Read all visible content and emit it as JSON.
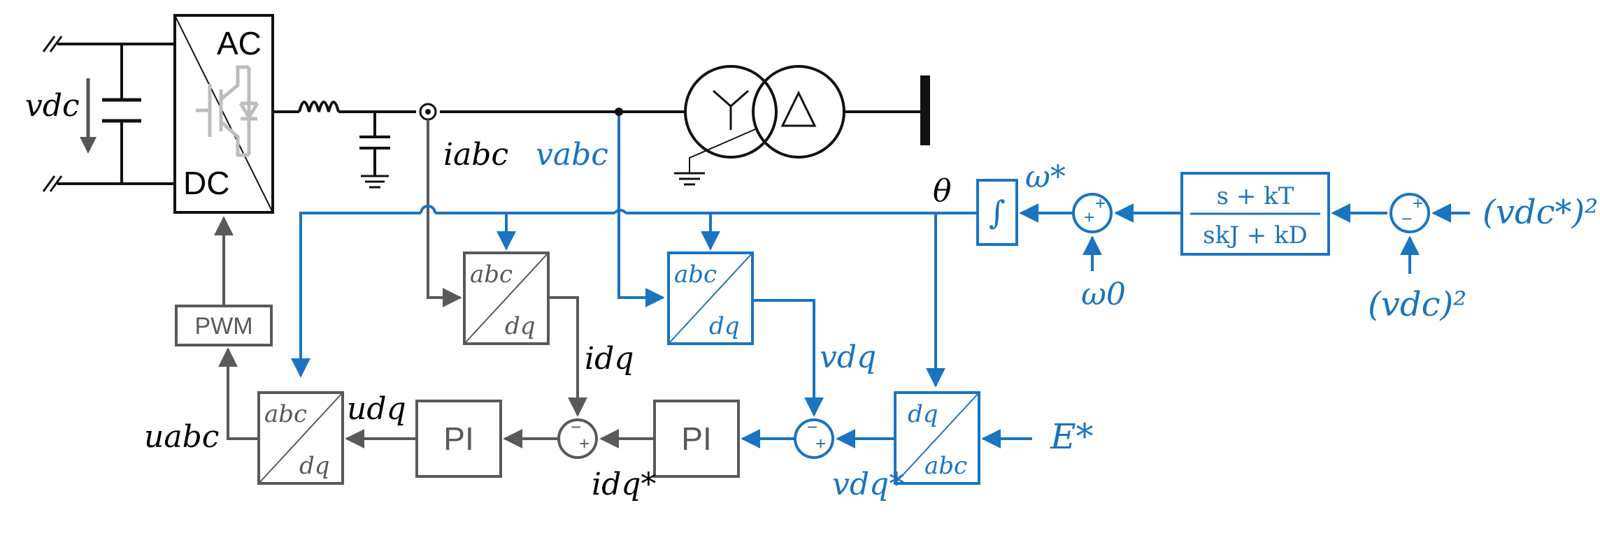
{
  "colors": {
    "power": "#111111",
    "inner_loop": "#595959",
    "control": "#1a74c0",
    "igbt_symbol": "#bdbdbd"
  },
  "converter": {
    "top": "AC",
    "bottom": "DC"
  },
  "pwm_label": "PWM",
  "pi_label": "PI",
  "transform_blocks": {
    "abc_i": {
      "top": "abc",
      "bottom": "dq"
    },
    "abc_v": {
      "top": "abc",
      "bottom": "dq"
    },
    "abc_u": {
      "top": "abc",
      "bottom": "dq"
    },
    "dq_abc": {
      "top": "dq",
      "bottom": "abc"
    }
  },
  "integrator_symbol": "∫",
  "transfer_function": {
    "numerator": "s + kT",
    "denominator": "skJ + kD"
  },
  "signs": {
    "plus": "+",
    "minus": "−"
  },
  "labels": {
    "vdc": "vdc",
    "iabc": "iabc",
    "vabc": "vabc",
    "theta": "θ",
    "omega_star": "ω*",
    "omega0": "ω0",
    "vdc_star_sq": "(vdc*)²",
    "vdc_sq": "(vdc)²",
    "idq": "idq",
    "vdq": "vdq",
    "udq": "udq",
    "uabc": "uabc",
    "idq_star": "idq*",
    "vdq_star": "vdq*",
    "E_star": "E*"
  }
}
